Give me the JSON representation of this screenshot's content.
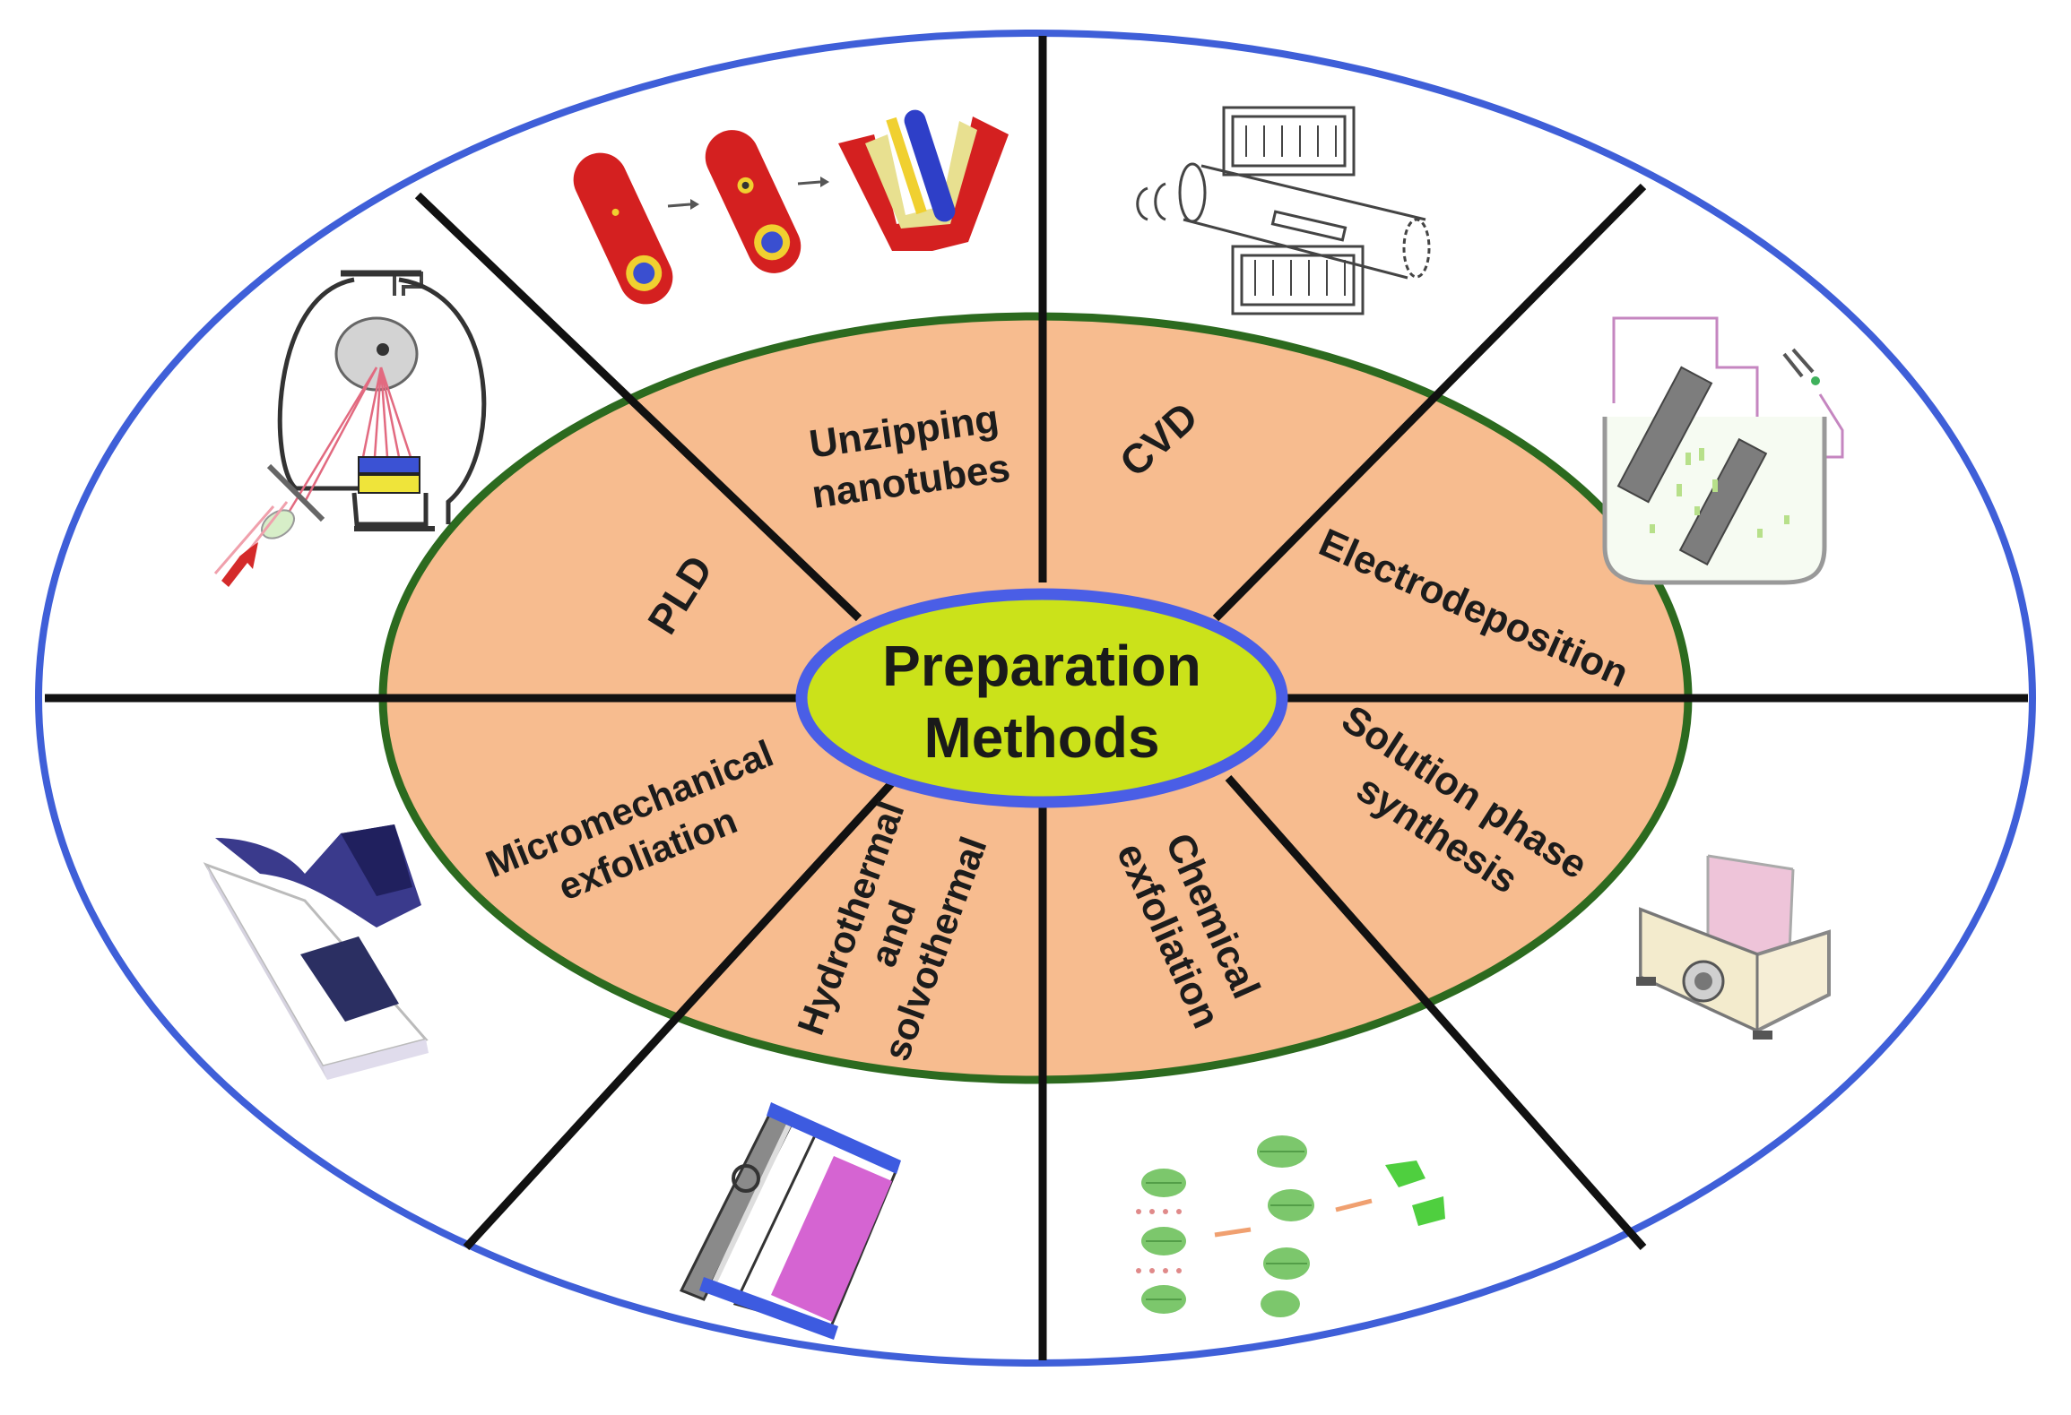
{
  "center": {
    "line1": "Preparation",
    "line2": "Methods"
  },
  "methods": [
    {
      "key": "pld",
      "lines": [
        "PLD"
      ]
    },
    {
      "key": "unzipping",
      "lines": [
        "Unzipping",
        "nanotubes"
      ]
    },
    {
      "key": "cvd",
      "lines": [
        "CVD"
      ]
    },
    {
      "key": "electrodeposition",
      "lines": [
        "Electrodeposition"
      ]
    },
    {
      "key": "solution",
      "lines": [
        "Solution phase",
        "synthesis"
      ]
    },
    {
      "key": "chemical",
      "lines": [
        "Chemical",
        "exfoliation"
      ]
    },
    {
      "key": "hydrothermal",
      "lines": [
        "Hydrothermal",
        "and",
        "solvothermal"
      ]
    },
    {
      "key": "micromechanical",
      "lines": [
        "Micromechanical",
        "exfoliation"
      ]
    }
  ],
  "illustrations": [
    "pulsed-laser-deposition-chamber",
    "unzipping-nanotubes-sequence",
    "cvd-tube-furnace",
    "electrodeposition-cell",
    "solution-synthesis-hotplate-beaker",
    "chemical-exfoliation-layers",
    "hydrothermal-autoclave",
    "micromechanical-scotch-tape"
  ],
  "colors": {
    "outer_border": "#3f5fd8",
    "ring_fill": "#f7bc8f",
    "ring_border": "#2c6a1f",
    "center_fill": "#cbe21a",
    "center_border": "#4a5ee6",
    "divider": "#111111"
  }
}
